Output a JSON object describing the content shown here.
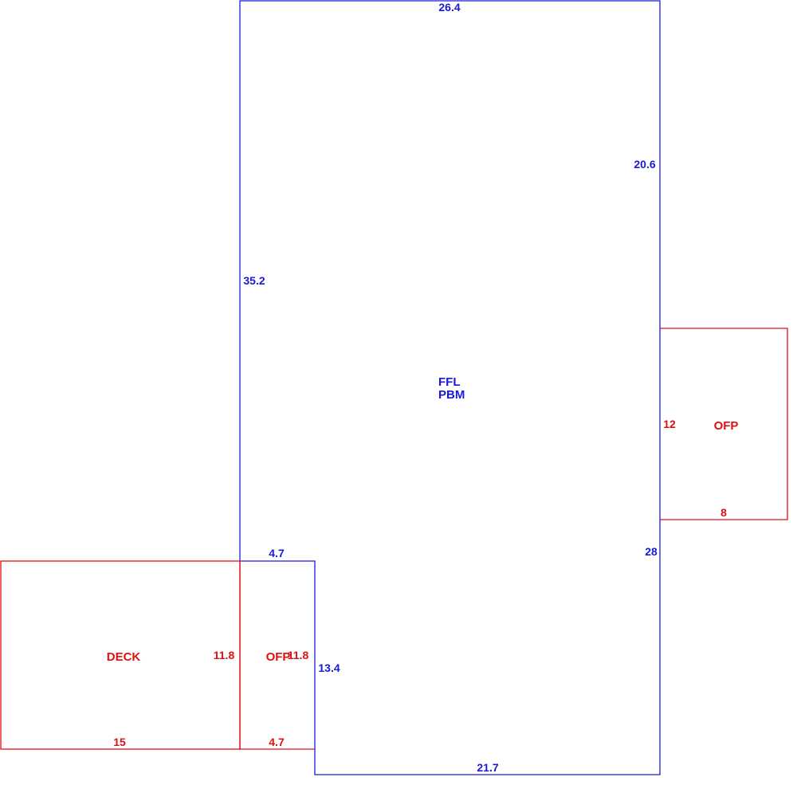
{
  "colors": {
    "main": "#1a1ad6",
    "addition": "#dd1111",
    "background": "#ffffff"
  },
  "main_area": {
    "label_line1": "FFL",
    "label_line2": "PBM",
    "dims": {
      "top": "26.4",
      "right_upper": "20.6",
      "left_upper": "35.2",
      "right_lower": "28",
      "notch_top": "4.7",
      "notch_right": "13.4",
      "bottom": "21.7"
    }
  },
  "ofp_right": {
    "label": "OFP",
    "dims": {
      "left": "12",
      "bottom": "8"
    }
  },
  "deck": {
    "label": "DECK",
    "dims": {
      "right": "11.8",
      "bottom": "15"
    }
  },
  "ofp_left": {
    "label": "OFP",
    "dims": {
      "right": "11.8",
      "bottom": "4.7"
    }
  }
}
